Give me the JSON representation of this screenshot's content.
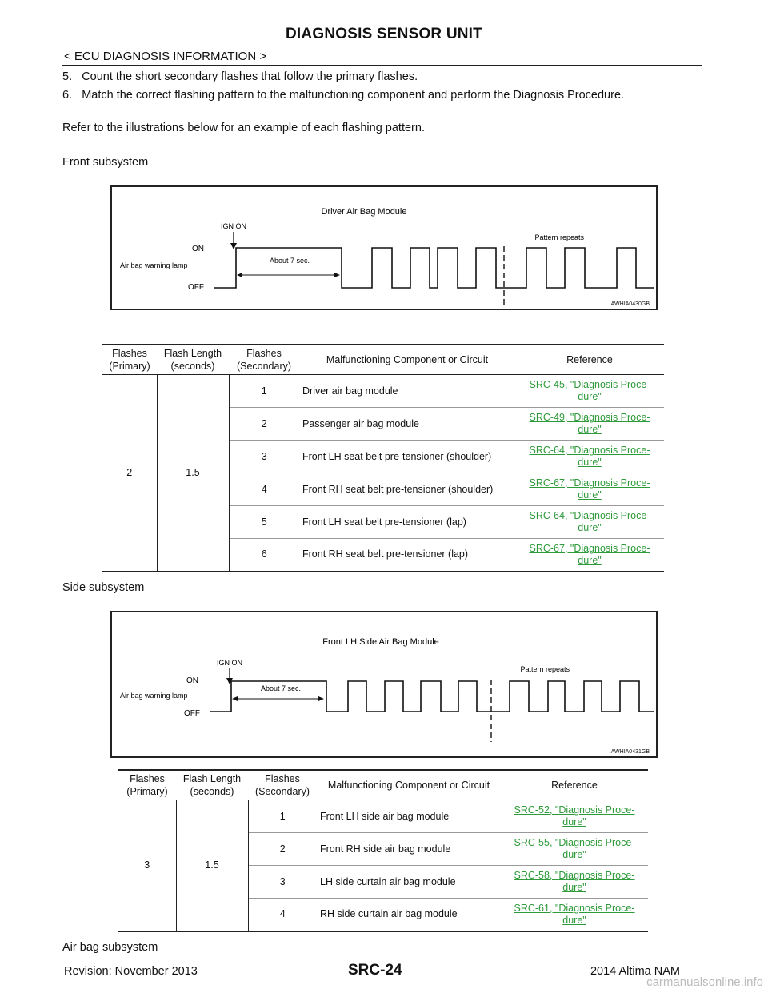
{
  "header": {
    "title": "DIAGNOSIS SENSOR UNIT",
    "section": "< ECU DIAGNOSIS INFORMATION >"
  },
  "steps": [
    {
      "num": "5.",
      "text": "Count the short secondary flashes that follow the primary flashes."
    },
    {
      "num": "6.",
      "text": "Match the correct flashing pattern to the malfunctioning component and perform the Diagnosis Procedure."
    }
  ],
  "intro": "Refer to the illustrations below for an example of each flashing pattern.",
  "front": {
    "heading": "Front subsystem",
    "figure": {
      "title": "Driver Air Bag Module",
      "ign": "IGN ON",
      "on": "ON",
      "off": "OFF",
      "lamp": "Air bag warning lamp",
      "about": "About 7 sec.",
      "repeats": "Pattern repeats",
      "code": "AWHIA0430GB"
    },
    "table": {
      "headers": [
        "Flashes\n(Primary)",
        "Flash Length\n(seconds)",
        "Flashes\n(Secondary)",
        "Malfunctioning Component or Circuit",
        "Reference"
      ],
      "primary": "2",
      "length": "1.5",
      "rows": [
        {
          "sec": "1",
          "comp": "Driver air bag module",
          "ref1": "SRC-45, \"Diagnosis Proce-",
          "ref2": "dure\""
        },
        {
          "sec": "2",
          "comp": "Passenger air bag module",
          "ref1": "SRC-49, \"Diagnosis Proce-",
          "ref2": "dure\""
        },
        {
          "sec": "3",
          "comp": "Front LH seat belt pre-tensioner (shoulder)",
          "ref1": "SRC-64, \"Diagnosis Proce-",
          "ref2": "dure\""
        },
        {
          "sec": "4",
          "comp": "Front RH seat belt pre-tensioner (shoulder)",
          "ref1": "SRC-67, \"Diagnosis Proce-",
          "ref2": "dure\""
        },
        {
          "sec": "5",
          "comp": "Front LH seat belt pre-tensioner (lap)",
          "ref1": "SRC-64, \"Diagnosis Proce-",
          "ref2": "dure\""
        },
        {
          "sec": "6",
          "comp": "Front RH seat belt pre-tensioner (lap)",
          "ref1": "SRC-67, \"Diagnosis Proce-",
          "ref2": "dure\""
        }
      ]
    }
  },
  "side": {
    "heading": "Side subsystem",
    "figure": {
      "title": "Front LH Side Air Bag Module",
      "ign": "IGN ON",
      "on": "ON",
      "off": "OFF",
      "lamp": "Air bag warning lamp",
      "about": "About 7 sec.",
      "repeats": "Pattern repeats",
      "code": "AWHIA0431GB"
    },
    "table": {
      "headers": [
        "Flashes\n(Primary)",
        "Flash Length\n(seconds)",
        "Flashes\n(Secondary)",
        "Malfunctioning Component or Circuit",
        "Reference"
      ],
      "primary": "3",
      "length": "1.5",
      "rows": [
        {
          "sec": "1",
          "comp": "Front LH side air bag module",
          "ref1": "SRC-52, \"Diagnosis Proce-",
          "ref2": "dure\""
        },
        {
          "sec": "2",
          "comp": "Front RH side air bag module",
          "ref1": "SRC-55, \"Diagnosis Proce-",
          "ref2": "dure\""
        },
        {
          "sec": "3",
          "comp": "LH side curtain air bag module",
          "ref1": "SRC-58, \"Diagnosis Proce-",
          "ref2": "dure\""
        },
        {
          "sec": "4",
          "comp": "RH side curtain air bag module",
          "ref1": "SRC-61, \"Diagnosis Proce-",
          "ref2": "dure\""
        }
      ]
    }
  },
  "airbag_heading": "Air bag subsystem",
  "footer": {
    "revision": "Revision: November 2013",
    "page": "SRC-24",
    "model": "2014 Altima NAM",
    "watermark": "carmanualsonline.info"
  },
  "colors": {
    "link": "#2e9a3a"
  }
}
